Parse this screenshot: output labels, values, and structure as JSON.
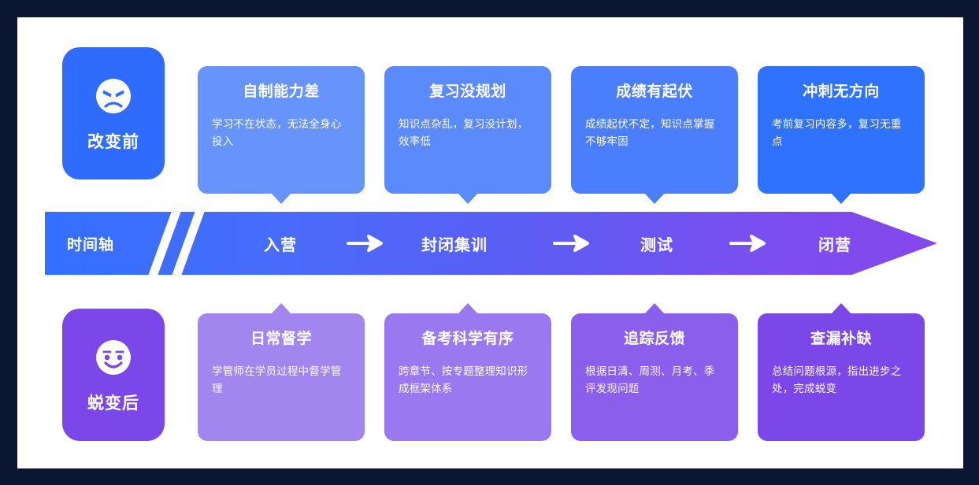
{
  "theme": {
    "page_background": "#0a1632",
    "panel_background": "#ffffff",
    "before_accent": "#2f6bfc",
    "after_accent": "#7b47e8",
    "timeline_start": "#3370ff",
    "timeline_end": "#8547ec"
  },
  "before": {
    "badge": {
      "label": "改变前",
      "icon": "angry-face-icon",
      "color": "#2f6bfc"
    },
    "cards": [
      {
        "title": "自制能力差",
        "desc": "学习不在状态，无法全身心投入",
        "color": "#6694fa"
      },
      {
        "title": "复习没规划",
        "desc": "知识点杂乱，复习没计划，效率低",
        "color": "#5b8afc"
      },
      {
        "title": "成绩有起伏",
        "desc": "成绩起伏不定，知识点掌握不够牢固",
        "color": "#4a7efd"
      },
      {
        "title": "冲刺无方向",
        "desc": "考前复习内容多，复习无重点",
        "color": "#2f72fd"
      }
    ]
  },
  "timeline": {
    "label": "时间轴",
    "arrow_icon": "arrow-right-icon",
    "stages": [
      {
        "name": "入营"
      },
      {
        "name": "封闭集训"
      },
      {
        "name": "测试"
      },
      {
        "name": "闭营"
      }
    ]
  },
  "after": {
    "badge": {
      "label": "蜕变后",
      "icon": "happy-face-icon",
      "color": "#7b47e8"
    },
    "cards": [
      {
        "title": "日常督学",
        "desc": "学管师在学员过程中督学管理",
        "color": "#a385f0"
      },
      {
        "title": "备考科学有序",
        "desc": "跨章节、按专题整理知识形成框架体系",
        "color": "#9a78ef"
      },
      {
        "title": "追踪反馈",
        "desc": "根据日清、周测、月考、季评发现问题",
        "color": "#8a5fec"
      },
      {
        "title": "查漏补缺",
        "desc": "总结问题根源，指出进步之处，完成蜕变",
        "color": "#7b47e8"
      }
    ]
  }
}
